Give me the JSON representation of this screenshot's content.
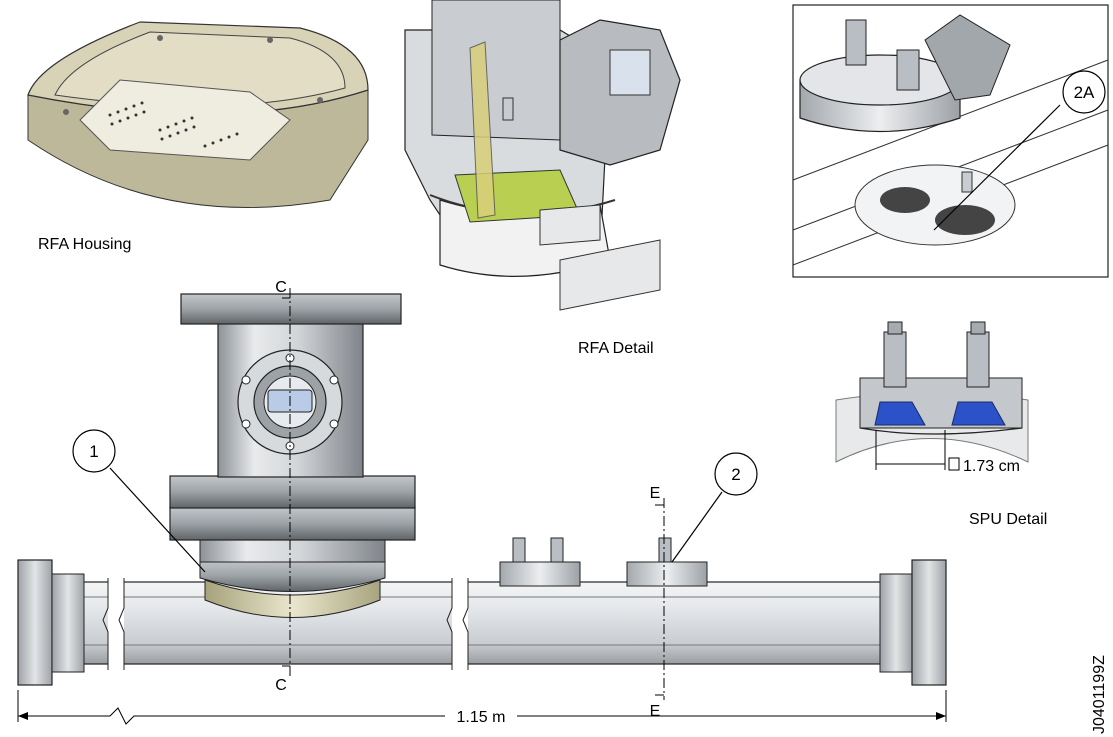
{
  "labels": {
    "rfa_housing": "RFA Housing",
    "rfa_detail": "RFA Detail",
    "spu_detail": "SPU Detail",
    "spu_dimension": "1.73 cm",
    "overall_length": "1.15 m",
    "doc_id": "J0401199Z"
  },
  "callouts": {
    "c1": "1",
    "c2": "2",
    "c2a": "2A"
  },
  "sections": {
    "c_top": "C",
    "c_bottom": "C",
    "e_top": "E",
    "e_bottom": "E"
  },
  "colors": {
    "steel_light": "#e6e9ec",
    "steel_mid": "#b9bec4",
    "steel_dark": "#6f747a",
    "insulator_blue": "#2b52c9",
    "board_green": "#b8cf52",
    "kapton": "#d9cf7a",
    "ceramic": "#e9e5cf"
  }
}
